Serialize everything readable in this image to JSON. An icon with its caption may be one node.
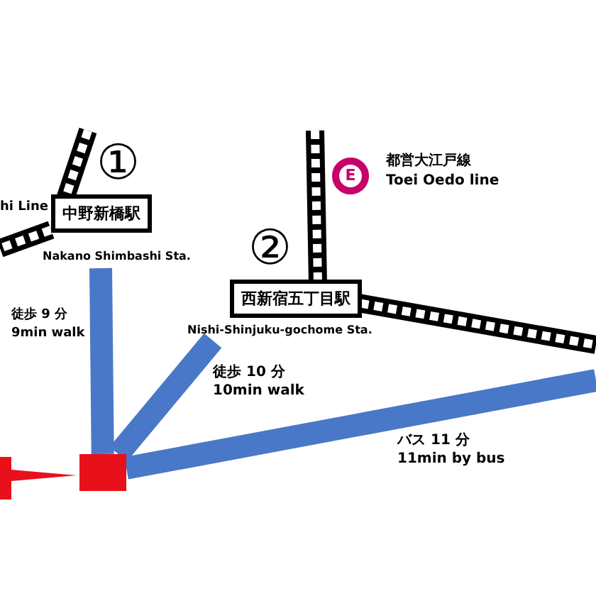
{
  "diagram": {
    "nodes": [
      {
        "text": [],
        "shape": "box"
      },
      {
        "text": [
          "中野新橋駅"
        ],
        "beside": [
          "①",
          "Nakano Shimbashi Sta."
        ]
      },
      {
        "text": [
          "西新宿五丁目駅"
        ],
        "beside": [
          "②",
          "Nishi-Shinjuku-gochome Sta."
        ]
      }
    ],
    "edges": [
      {
        "from": 0,
        "to": 1,
        "arrow": "none",
        "label": "徒歩 9 分 9min walk"
      },
      {
        "from": 0,
        "to": 2,
        "arrow": "none",
        "label": "徒歩 10 分 10min walk"
      },
      {
        "from": 0,
        "to": null,
        "arrow": "none",
        "label": "バス 11 分 11min by bus"
      }
    ],
    "labels": [
      "hi Line",
      "E",
      "都営大江戸線",
      "Toei Oedo line"
    ]
  }
}
